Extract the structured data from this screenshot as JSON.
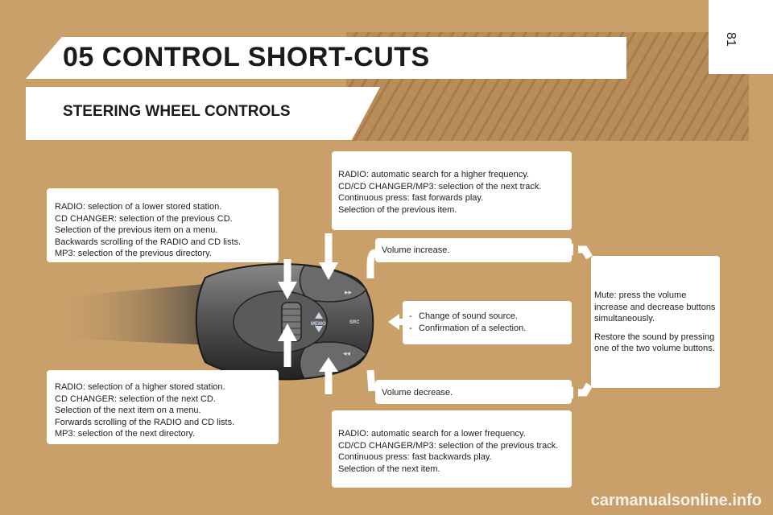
{
  "header": {
    "title": "05 CONTROL SHORT-CUTS",
    "subtitle": "STEERING WHEEL CONTROLS",
    "page_number": "81"
  },
  "callouts": {
    "top_left": [
      "RADIO: selection of a lower stored station.",
      "CD CHANGER: selection of the previous CD.",
      "Selection of the previous item on a menu.",
      "Backwards scrolling of the RADIO and CD lists.",
      "MP3: selection of the previous directory."
    ],
    "bottom_left": [
      "RADIO: selection of a higher stored station.",
      "CD CHANGER: selection of the next CD.",
      "Selection of the next item on a menu.",
      "Forwards scrolling of the RADIO and CD lists.",
      "MP3: selection of the next directory."
    ],
    "top_right": [
      "RADIO: automatic search for a higher frequency.",
      "CD/CD CHANGER/MP3: selection of the next track.",
      "Continuous press: fast forwards play.",
      "Selection of the previous item."
    ],
    "bottom_right": [
      "RADIO: automatic search for a lower frequency.",
      "CD/CD CHANGER/MP3: selection of the previous track.",
      "Continuous press: fast backwards play.",
      "Selection of the next item."
    ],
    "volume_increase": "Volume increase.",
    "volume_decrease": "Volume decrease.",
    "src_items": [
      "Change of sound source.",
      "Confirmation of a selection."
    ],
    "mute_text": "Mute: press the volume increase and decrease buttons simultaneously.",
    "restore_text": "Restore the sound by pressing one of the two volume buttons."
  },
  "control_labels": {
    "memo": "MEMO",
    "src": "SRC"
  },
  "watermark": "carmanualsonline.info",
  "colors": {
    "background": "#c9a06a",
    "stripe": "#a87c4a",
    "panel": "#ffffff",
    "control_body": "#4a4a4a"
  }
}
